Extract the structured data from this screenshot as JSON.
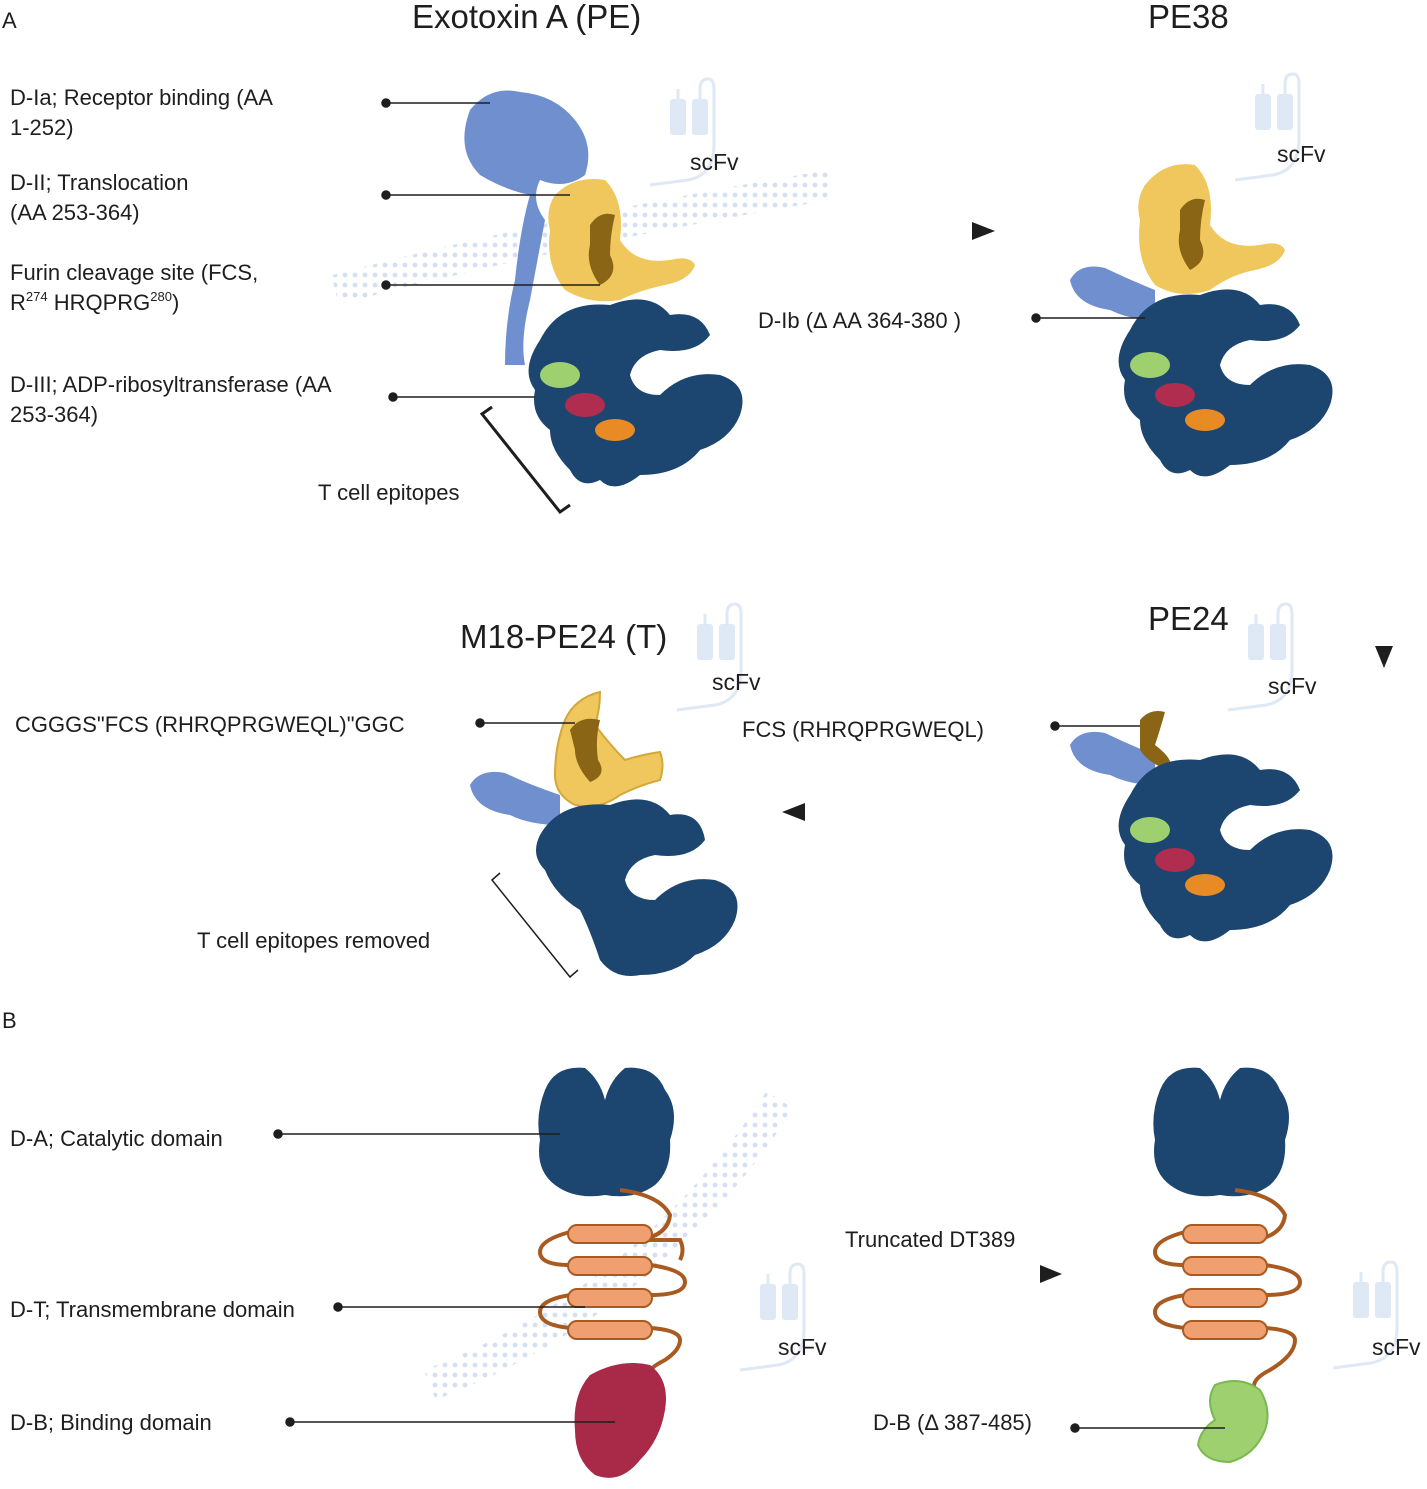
{
  "panel_labels": {
    "a": "A",
    "b": "B"
  },
  "titles": {
    "pe": "Exotoxin A (PE)",
    "pe38": "PE38",
    "pe24": "PE24",
    "m18": "M18-PE24 (T)"
  },
  "labels": {
    "d_ia_1": "D-Ia; Receptor binding (AA",
    "d_ia_2": "1-252)",
    "d_ii_1": "D-II; Translocation",
    "d_ii_2": "(AA 253-364)",
    "fcs_1": "Furin cleavage site (FCS,",
    "fcs_r": "R",
    "fcs_sup1": "274",
    "fcs_mid": " HRQPRG",
    "fcs_sup2": "280",
    "fcs_end": ")",
    "d_iii_1": "D-III; ADP-ribosyltransferase (AA",
    "d_iii_2": "253-364)",
    "t_cell": "T cell epitopes",
    "d_ib": "D-Ib (Δ AA 364-380 )",
    "cggs": "CGGGS\"FCS (RHRQPRGWEQL)\"GGC",
    "fcs_pe24": "FCS (RHRQPRGWEQL)",
    "t_cell_removed": "T cell epitopes removed",
    "d_a": "D-A; Catalytic domain",
    "d_t": "D-T; Transmembrane domain",
    "d_b": "D-B; Binding domain",
    "truncated": "Truncated DT389",
    "d_b_delta": "D-B (Δ 387-485)",
    "scfv": "scFv"
  },
  "colors": {
    "dark_blue": "#1c4670",
    "light_blue": "#6f8fcf",
    "yellow": "#f0c75c",
    "brown": "#8a6515",
    "green": "#9fd070",
    "red": "#b02d4f",
    "orange": "#e98b25",
    "tm_orange": "#f0a070",
    "linker": "#a85a20",
    "binding_red": "#a82a48",
    "scfv_light": "#dfe8f5"
  }
}
